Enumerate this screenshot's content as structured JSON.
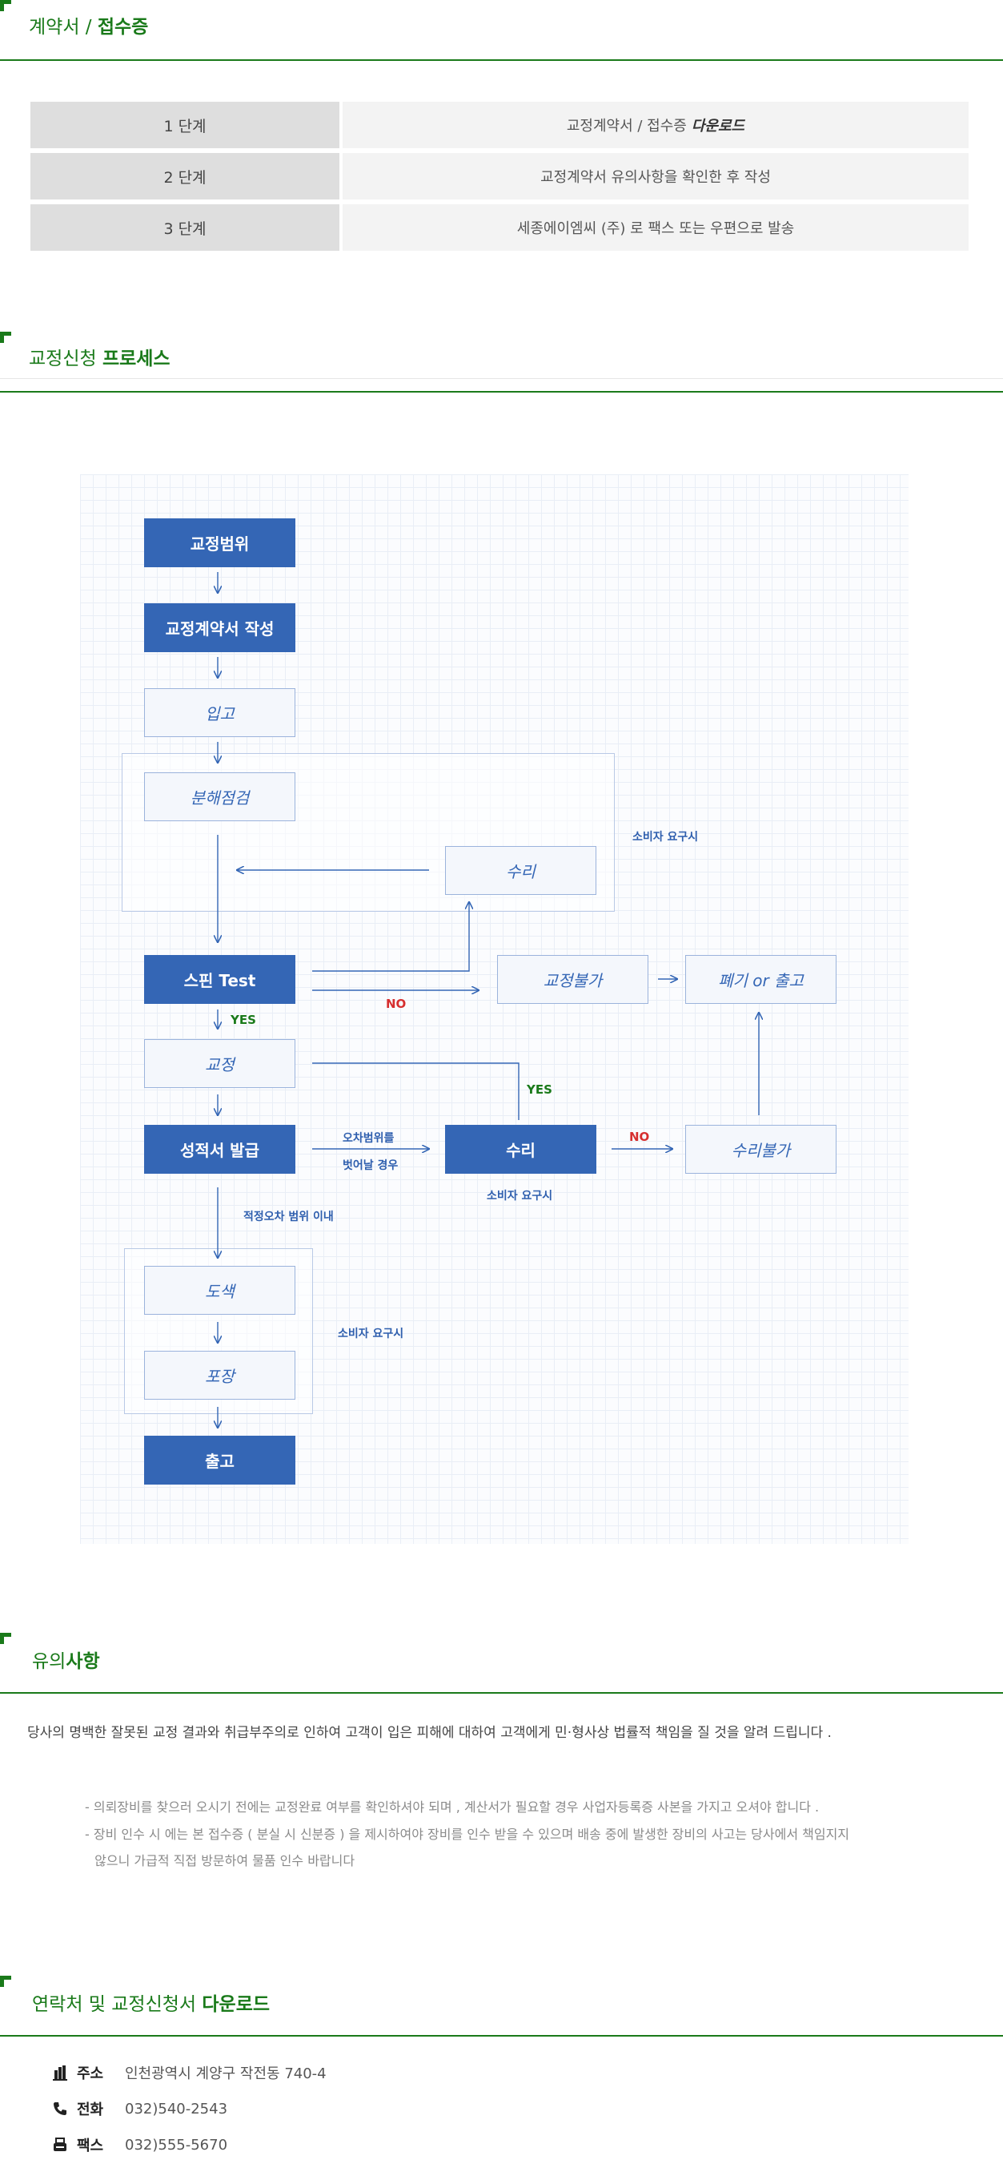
{
  "section1": {
    "title_normal": "계약서 / ",
    "title_bold": "접수증",
    "steps": [
      {
        "num": "1 단계",
        "desc": "교정계약서 / 접수증",
        "link": "다운로드"
      },
      {
        "num": "2 단계",
        "desc": "교정계약서 유의사항을 확인한 후 작성"
      },
      {
        "num": "3 단계",
        "desc": "세종에이엠씨 (주) 로 팩스 또는 우편으로 발송"
      }
    ]
  },
  "section2": {
    "title_normal": "교정신청 ",
    "title_bold": "프로세스"
  },
  "process": {
    "scope": "교정범위",
    "contract": "교정계약서 작성",
    "receiving": "입고",
    "inspection": "분해점검",
    "repair_top": "수리",
    "spin_test": "스핀 Test",
    "no_calibration": "교정불가",
    "dispose": "폐기 or 출고",
    "calibration": "교정",
    "certificate": "성적서 발급",
    "repair_mid": "수리",
    "no_repair": "수리불가",
    "paint": "도색",
    "packing": "포장",
    "ship": "출고",
    "consumer_request_1": "소비자 요구시",
    "consumer_request_2": "소비자 요구시",
    "consumer_request_3": "소비자 요구시",
    "yes_1": "YES",
    "yes_2": "YES",
    "no_1": "NO",
    "no_2": "NO",
    "out_of_range_1": "오차범위를",
    "out_of_range_2": "벗어날 경우",
    "in_range": "적정오차 범위 이내"
  },
  "section3": {
    "title_normal": "유의",
    "title_bold": "사항",
    "lead": "당사의 명백한 잘못된 교정 결과와 취급부주의로 인하여 고객이 입은 피해에 대하여 고객에게 민·형사상 법률적 책임을 질 것을 알려 드립니다 .",
    "notes": [
      "- 의뢰장비를 찾으러 오시기 전에는 교정완료 여부를 확인하셔야 되며 , 계산서가 필요할 경우 사업자등록증 사본을 가지고 오셔야 합니다 .",
      "- 장비 인수 시 에는 본 접수증 ( 분실 시 신분증 ) 을 제시하여야 장비를 인수 받을 수 있으며 배송 중에 발생한 장비의 사고는 당사에서 책임지지",
      "  않으니 가급적 직접 방문하여 물품 인수 바랍니다"
    ]
  },
  "section4": {
    "title_normal": "연락처 및 교정신청서 ",
    "title_bold": "다운로드",
    "contacts": [
      {
        "icon": "building-icon",
        "label": "주소",
        "value": "인천광역시 계양구 작전동 740-4"
      },
      {
        "icon": "phone-icon",
        "label": "전화",
        "value": "032)540-2543"
      },
      {
        "icon": "fax-icon",
        "label": "팩스",
        "value": "032)555-5670"
      }
    ]
  },
  "colors": {
    "accent": "#1a7a1a",
    "box_blue": "#3466b5",
    "no_red": "#d62f2f"
  }
}
